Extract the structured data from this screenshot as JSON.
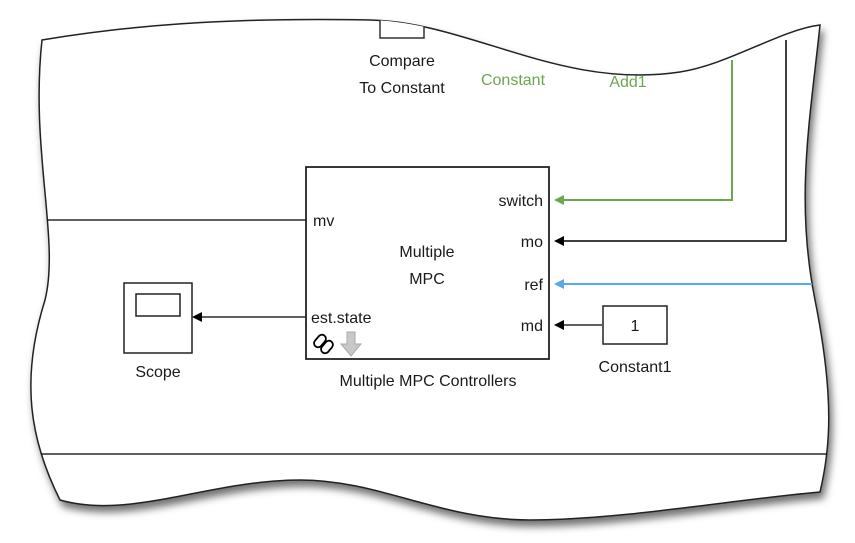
{
  "top_blocks": {
    "compare_line1": "Compare",
    "compare_line2": "To Constant",
    "constant_label": "Constant",
    "add_label": "Add1"
  },
  "mpc_block": {
    "title_line1": "Multiple",
    "title_line2": "MPC",
    "caption": "Multiple MPC Controllers",
    "ports": {
      "mv": "mv",
      "est_state": "est.state",
      "switch": "switch",
      "mo": "mo",
      "ref": "ref",
      "md": "md"
    }
  },
  "scope_block": {
    "caption": "Scope"
  },
  "constant1_block": {
    "value": "1",
    "caption": "Constant1"
  },
  "colors": {
    "green_signal": "#6aa84f",
    "blue_signal": "#5aa9e6",
    "black_signal": "#000000"
  },
  "icons": [
    "library-link-icon",
    "variant-arrow-icon",
    "scope-screen-icon"
  ]
}
